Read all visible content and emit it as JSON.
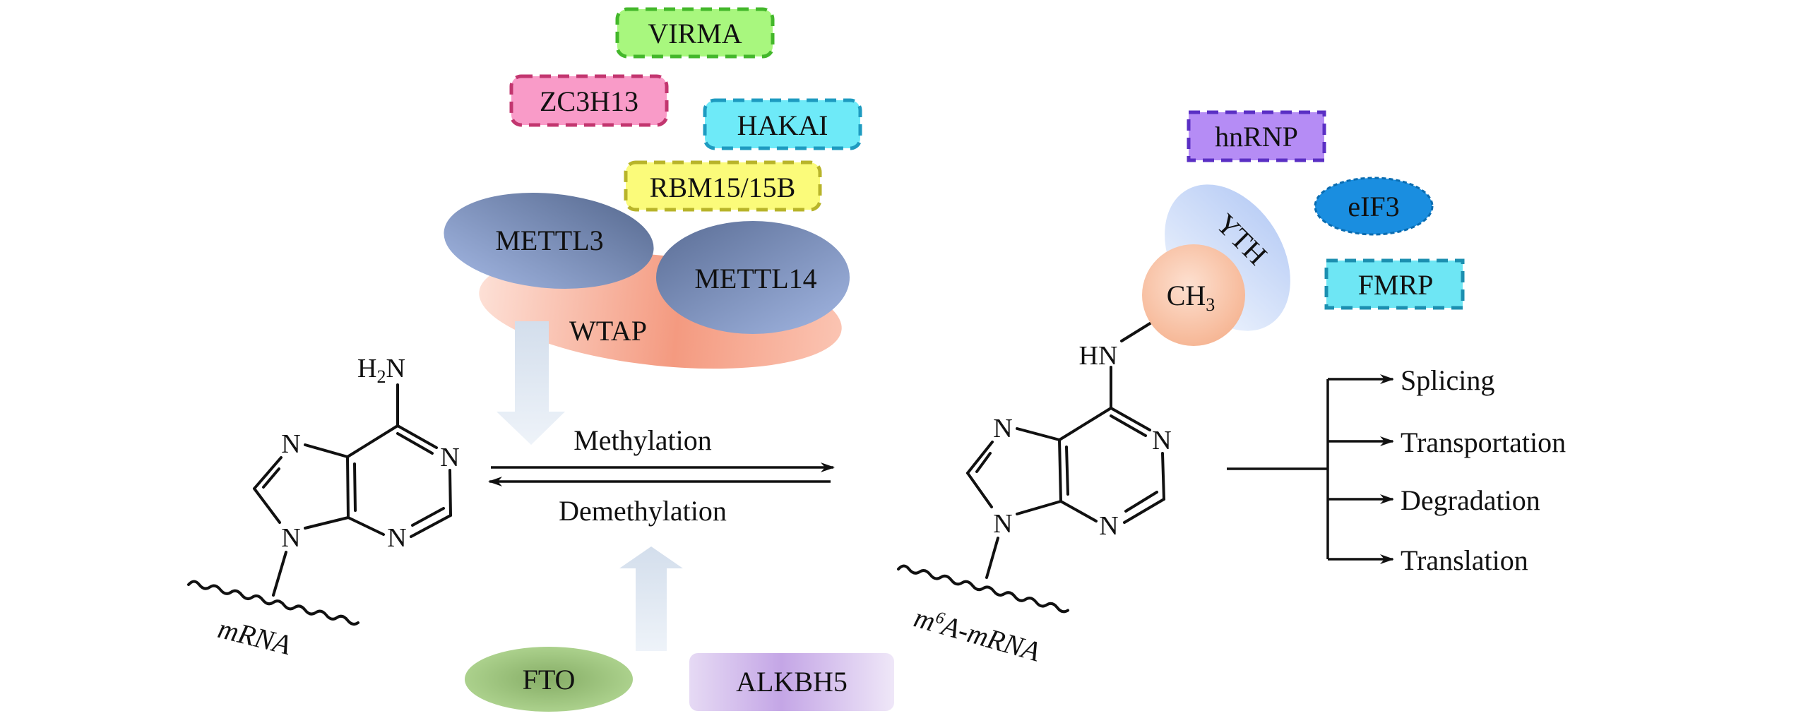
{
  "writers": {
    "boxes": [
      {
        "id": "virma",
        "label": "VIRMA",
        "fill": "#a8f77e",
        "stroke": "#43b72b"
      },
      {
        "id": "zc3h13",
        "label": "ZC3H13",
        "fill": "#f99bc8",
        "stroke": "#c2366f"
      },
      {
        "id": "hakai",
        "label": "HAKAI",
        "fill": "#6eeaf8",
        "stroke": "#1e9bc0"
      },
      {
        "id": "rbm15",
        "label": "RBM15/15B",
        "fill": "#fbfb7a",
        "stroke": "#b8b42a"
      }
    ],
    "complex": {
      "mettl3": "METTL3",
      "mettl14": "METTL14",
      "wtap": "WTAP"
    }
  },
  "erasers": {
    "fto": "FTO",
    "alkbh5": "ALKBH5"
  },
  "readers": {
    "hnrnp": {
      "label": "hnRNP",
      "fill": "#b58cf5",
      "stroke": "#5a2fc4"
    },
    "eif3": {
      "label": "eIF3",
      "fill": "#1a8ee0",
      "stroke": "#0a6cb0"
    },
    "fmrp": {
      "label": "FMRP",
      "fill": "#6ee6f4",
      "stroke": "#1c8fb0"
    },
    "yth": "YTH",
    "methyl": {
      "main": "CH",
      "sub": "3"
    }
  },
  "reaction": {
    "forward": "Methylation",
    "reverse": "Demethylation"
  },
  "left_molecule": {
    "amine": {
      "main": "H",
      "sub": "2",
      "tail": "N"
    },
    "n_label": "N",
    "strand_label": "mRNA"
  },
  "right_molecule": {
    "amine": "HN",
    "n_label": "N",
    "strand_label": {
      "pre": "m",
      "sup": "6",
      "post": "A-mRNA"
    }
  },
  "outcomes": [
    "Splicing",
    "Transportation",
    "Degradation",
    "Translation"
  ],
  "colors": {
    "mettl_dark": "#5f739e",
    "mettl_light": "#9db1dd",
    "wtap": "#f6a890",
    "yth": "#c6d8f9",
    "ch3": "#f8c3a4",
    "fto": "#9cc77a",
    "alkbh5": "#d8c4ee",
    "big_arrow": "#dde7f2"
  }
}
